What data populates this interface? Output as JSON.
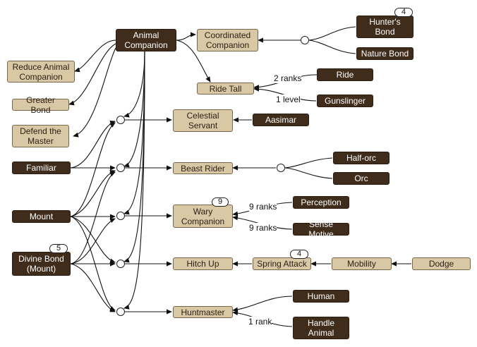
{
  "nodes": {
    "animal_companion": "Animal Companion",
    "reduce_animal_companion": "Reduce Animal Companion",
    "greater_bond": "Greater Bond",
    "defend_the_master": "Defend the Master",
    "familiar": "Familiar",
    "mount": "Mount",
    "divine_bond_mount": "Divine Bond (Mount)",
    "coordinated_companion": "Coordinated Companion",
    "hunters_bond": "Hunter's Bond",
    "nature_bond": "Nature Bond",
    "ride_tall": "Ride Tall",
    "ride": "Ride",
    "gunslinger": "Gunslinger",
    "celestial_servant": "Celestial Servant",
    "aasimar": "Aasimar",
    "beast_rider": "Beast Rider",
    "half_orc": "Half-orc",
    "orc": "Orc",
    "wary_companion": "Wary Companion",
    "perception": "Perception",
    "sense_motive": "Sense Motive",
    "hitch_up": "Hitch Up",
    "spring_attack": "Spring Attack",
    "mobility": "Mobility",
    "dodge": "Dodge",
    "huntmaster": "Huntmaster",
    "human": "Human",
    "handle_animal": "Handle Animal"
  },
  "badges": {
    "hunters_bond": "4",
    "wary_companion": "9",
    "divine_bond_mount": "5",
    "spring_attack": "4"
  },
  "edge_labels": {
    "ride_2_ranks": "2 ranks",
    "gunslinger_1_level": "1 level",
    "perception_9_ranks": "9 ranks",
    "sense_motive_9_ranks": "9 ranks",
    "handle_animal_1_rank": "1 rank"
  },
  "colors": {
    "dark_node": "#3f2c1b",
    "light_node": "#d9c8a6",
    "line": "#111111"
  }
}
